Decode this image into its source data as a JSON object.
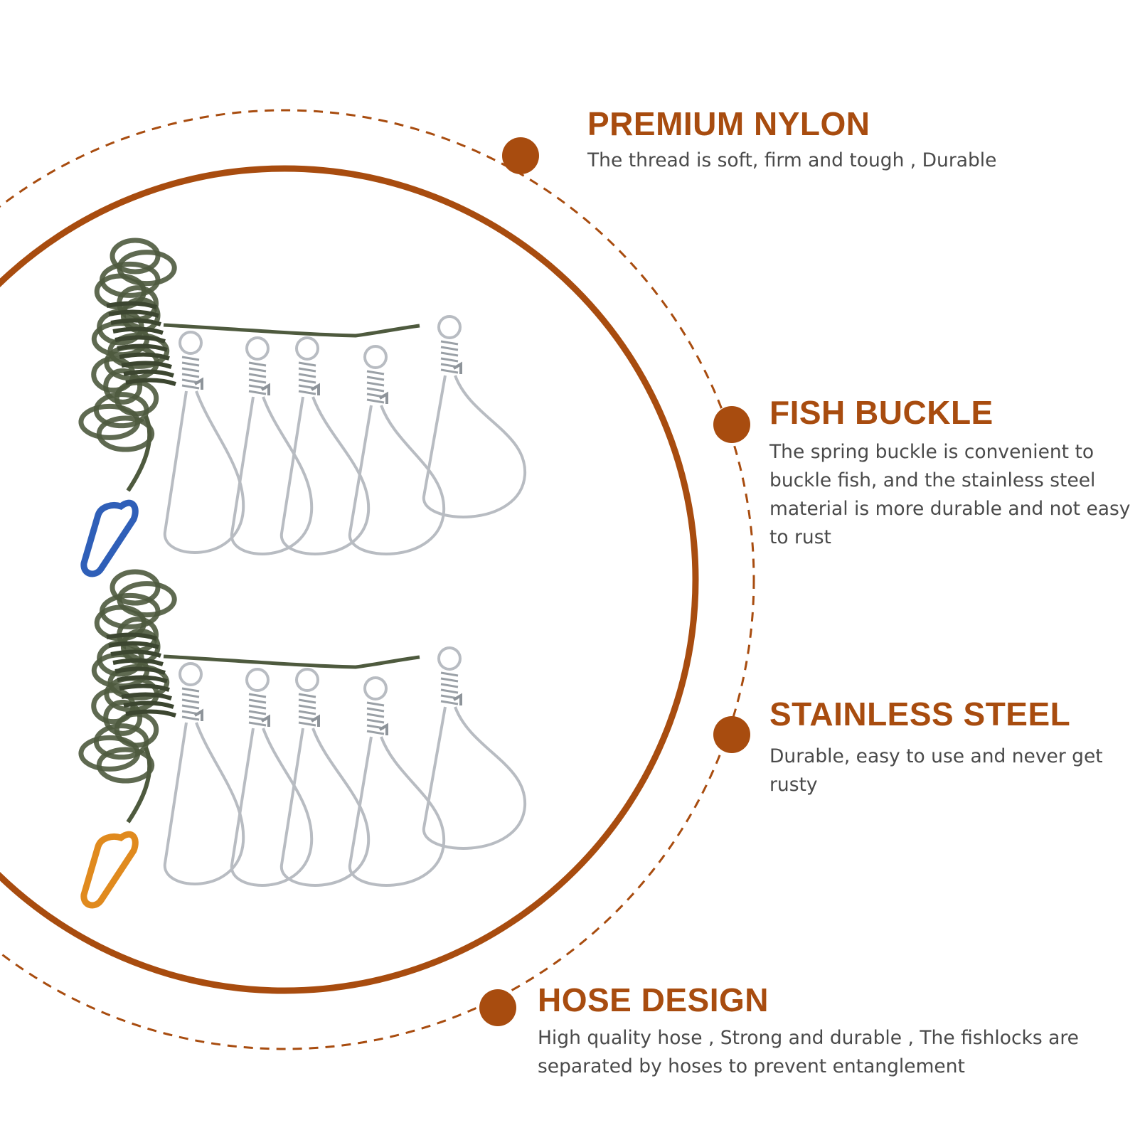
{
  "colors": {
    "accent": "#a84c0f",
    "rope": "#4e5a3e",
    "steel": "#b8bcc2",
    "carabiner_top": "#2f5fb8",
    "carabiner_bottom": "#e08a1e",
    "body_text": "#4a4a4a"
  },
  "features": [
    {
      "title": "PREMIUM NYLON",
      "desc": "The thread is soft, firm and tough , Durable"
    },
    {
      "title": "FISH BUCKLE",
      "desc": "The spring buckle is convenient to buckle fish, and the stainless steel material is more durable and not easy to rust"
    },
    {
      "title": "STAINLESS STEEL",
      "desc": "Durable, easy to use and never get rusty"
    },
    {
      "title": "HOSE DESIGN",
      "desc": "High quality hose , Strong and durable , The fishlocks are separated by hoses to prevent entanglement"
    }
  ],
  "product": {
    "name": "fish stringer",
    "sets": [
      {
        "carabiner_color": "blue",
        "snap_count": 5
      },
      {
        "carabiner_color": "orange",
        "snap_count": 5
      }
    ]
  }
}
